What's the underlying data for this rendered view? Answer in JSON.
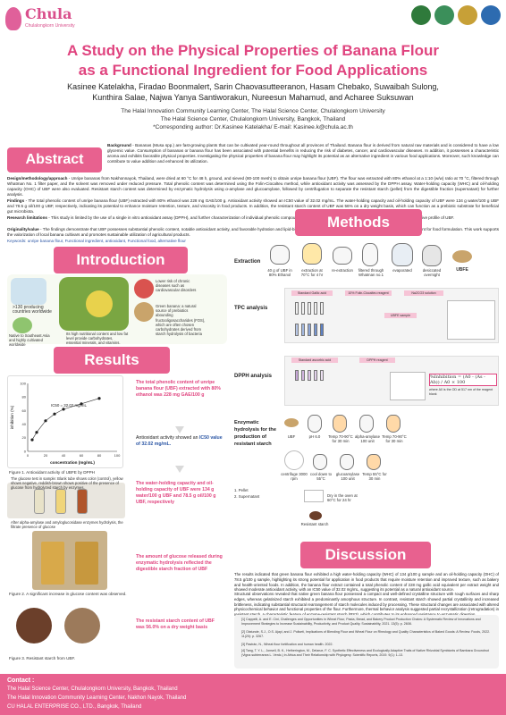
{
  "header": {
    "logo_name": "Chula",
    "logo_sub": "Chulalongkorn University",
    "title_line1": "A Study on the Physical Properties of Banana Flour",
    "title_line2": "as a Functional Ingredient for Food Applications",
    "authors_line1": "Kasinee Katelakha, Firadao Boonmalert, Sarin Chaovasutteeranon, Hasam Chebako, Suwaibah Sulong,",
    "authors_line2": "Kunthira Salae, Najwa Yanya Santiworakun, Nureesun Mahamud, and Acharee Suksuwan",
    "affil_line1": "The Halal Innovation Community Learning Center, The Halal Science Center, Chulalongkorn University",
    "affil_line2": "The Halal Science Center, Chulalongkorn University, Bangkok, Thailand",
    "affil_line3": "*Corresponding author: Dr.Kasinee Katelakha/ E-mail: Kasinee.k@chula.ac.th"
  },
  "abstract": {
    "heading": "Abstract",
    "background_label": "Background",
    "background": " - Bananas (Musa spp.) are fast-growing plants that can be cultivated year-round throughout all provinces of Thailand. Banana flour is derived from natural raw materials and is considered to have a low glycemic value. Consumption of bananas or banana flour has been associated with potential benefits in reducing the risk of diabetes, cancer, and cardiovascular diseases. In addition, it possesses a characteristic aroma and exhibits favorable physical properties. Investigating the physical properties of banana flour may highlight its potential as an alternative ingredient in various food applications. Moreover, such knowledge can contribute to value addition and enhanced its utilization.",
    "design_label": "Design/methodology/approach",
    "design": " - Unripe bananas from Nakhonnayok, Thailand, were dried at 60 °C for 48 h, ground, and sieved (80-100 mesh) to obtain unripe banana flour (UBF). The flour was extracted with 80% ethanol at a 1:10 (w/w) ratio at 70 °C, filtered through Whatman No. 1 filter paper, and the solvent was removed under reduced pressure. Total phenolic content was determined using the Folin-Ciocalteu method, while antioxidant activity was assessed by the DPPH assay. Water-holding capacity (WHC) and oil-holding capacity (OHC) of UBF were also evaluated. Resistant starch content was determined by enzymatic hydrolysis using α-amylase and glucoamylase, followed by centrifugation to separate the resistant starch (pellet) from the digestible fraction (supernatant) for further analysis.",
    "findings_label": "Findings",
    "findings": " - The total phenolic content of unripe banana flour (UBF) extracted with 80% ethanol was 228 mg GAE/100 g. Antioxidant activity showed an IC50 value of 32.02 mg/mL. The water-holding capacity and oil-holding capacity of UBF were 134 g water/100 g UBF and 78.5 g oil/100 g UBF, respectively, indicating its potential to enhance moisture retention, texture, and viscosity in food products. In addition, the resistant starch content of UBF was 56% on a dry weight basis, which can function as a prebiotic substrate for beneficial gut microbiota.",
    "limits_label": "Research limitations",
    "limits": " - This study is limited by the use of a single in vitro antioxidant assay (DPPH), and further characterization of individual phenolic compounds would provide a more comprehensive understanding of the bioactive profile of UBF.",
    "orig_label": "Originality/value",
    "orig": " - The findings demonstrate that UBF possesses substantial phenolic content, notable antioxidant activity, and favorable hydration and lipid-binding properties, highlighting its potential as a multifunctional ingredient for food formulation. This work supports the valorization of local banana cultivars and promotes sustainable utilization of agricultural products.",
    "keywords": "Keywords: unripe banana flour, Functional ingredient, antioxidant, Functional food, alternative flour"
  },
  "introduction": {
    "heading": "Introduction",
    "cap_countries": ">130 producing countries worldwide",
    "cap_native": "Native to Southeast Asia and highly cultivated worldwide",
    "cap_heart": "Lower risk of chronic diseases such as cardiovascular disorders",
    "cap_fiber": "Its high nutritional content and low fat level provide carbohydrates, essential minerals, and vitamins.",
    "cap_ripe": "Green banana: a natural source of prebiotics abounding fructooligosaccharides (FOS), which are often chosen carbohydrates derived from starch hydrolysis of bacteria"
  },
  "results": {
    "heading": "Results",
    "chart_caption": "Figure 1. Antioxidant activity of UBFE by DPPH",
    "chart_annot": "IC50 = 32.02 mg/mL",
    "tpc_pre": "The total phenolic content of unripe banana flour (UBF) extracted with 80% ethanol was 228 mg GAE/100 g",
    "antiox_pre": "Antioxidant activity showed an ",
    "antiox_val": "IC50 value of 32.02 mg/mL.",
    "whc": "The water-holding capacity and oil-holding capacity of UBF were 134 g water/100 g UBF and 78.5 g oil/100 g UBF, respectively",
    "glucose_cap_top": "The glucose test in sample: Blank tube shows color (control), yellow shows negative, reddish-brown shows positive of the presence of glucose from hydrolyzed starch by enzymes.",
    "glucose_cap_bottom": "After alpha-amylase and amyloglucosidase enzymes hydrolysis, the filtrate presence of glucose",
    "fig2_caption": "Figure 2. A significant increase in glucose content was observed.",
    "glucose_text": "The amount of glucose released during enzymatic hydrolysis reflected the digestible starch fraction of UBF",
    "fig3_caption": "Figure 3. Resistant starch from UBF.",
    "rs_text": "The resistant starch content of UBF was 56.0% on a dry weight basis"
  },
  "chart_data": {
    "type": "scatter",
    "title": "",
    "xlabel": "concentration (mg/mL)",
    "ylabel": "inhibition (%)",
    "xlim": [
      0,
      100
    ],
    "ylim": [
      0,
      100
    ],
    "xticks": [
      0,
      20,
      40,
      60,
      80,
      100
    ],
    "yticks": [
      0,
      20,
      40,
      60,
      80,
      100
    ],
    "x": [
      5,
      10,
      20,
      30,
      40,
      60,
      80
    ],
    "y": [
      17,
      28,
      45,
      55,
      62,
      70,
      78
    ]
  },
  "methods": {
    "heading": "Methods",
    "extraction_label": "Extraction",
    "ext_step1": "40 g of UBF in 80% Ethanol",
    "ext_step2": "extraction at 70°C for 4 hr",
    "ext_step3": "re-extraction",
    "ext_step4": "filtered through Whatman no.1",
    "ext_step5": "evaporated",
    "ext_step6": "desiccated overnight",
    "ext_step7": "UBFE",
    "tpc_label": "TPC analysis",
    "tpc_std": "Standard Gallic acid",
    "tpc_folin": "10% Folin-Ciocalteu reagent",
    "tpc_naco": "Na2CO3 solution",
    "tpc_read": "UBFE sample",
    "dpph_label": "DPPH analysis",
    "dpph_std": "Standard ascorbic acid",
    "dpph_reagent": "DPPH reagent",
    "dpph_formula": "%Inhibition = (A0 - (As - Ab)) / A0 × 100",
    "dpph_where": "where A0 is the OD at 517 nm of the reagent blank",
    "enz_label_1": "Enzymatic",
    "enz_label_2": "hydrolysis for the",
    "enz_label_3": "production of",
    "enz_label_4": "resistant starch",
    "enz_s1": "UBF",
    "enz_s2": "pH 6.0",
    "enz_s3": "Temp 70-90°C for 30 min",
    "enz_s4": "alpha-amylase 100 unit",
    "enz_s5": "Temp 70-90°C for 30 min",
    "enz_s6": "cool down to 55°C",
    "enz_s7": "glucoamylase 100 unit",
    "enz_s8": "Temp 55°C for 30 min",
    "enz_s9": "centrifuge 3000 rpm",
    "enz_s10": "1. Pellet",
    "enz_s11": "2. Supernatant",
    "enz_s12": "Dry in the oven at 60°C for 24 hr",
    "enz_s13": "Resistant starch"
  },
  "discussion": {
    "heading": "Discussion",
    "p1": "The results indicated that green banana flour exhibited a high water-holding capacity (WHC) of 134 g/100 g sample and an oil-holding capacity (OHC) of 78.5 g/100 g sample, highlighting its strong potential for application in food products that require moisture retention and improved texture, such as bakery and health-oriented foods. In addition, the banana flour extract contained a total phenolic content of 228 mg gallic acid equivalent per extract weight and showed moderate antioxidant activity, with an IC50 value of 32.02 mg/mL, suggesting its potential as a natural antioxidant source.",
    "p2": "Structural observations revealed that native green banana flour possessed a compact and well-defined crystalline structure with rough surfaces and sharp edges, whereas gelatinized starch exhibited a predominantly amorphous structure. In contrast, resistant starch showed partial crystallinity and increased brittleness, indicating substantial structural rearrangement of starch molecules induced by processing. These structural changes are associated with altered physicochemical behavior and functional properties of the flour. Furthermore, thermal behavior analysis suggested partial recrystallization (retrogradation) in resistant starch, a characteristic feature of enzyme-resistant starch (RS3), which contributes to its enhanced resistance to enzymatic digestion.",
    "refs_heading": "References",
    "ref1": "[1] Cappelli, A. and E. Cini, Challenges and Opportunities in Wheat Flour, Pasta, Bread, and Bakery Product Production Chains: A Systematic Review of Innovations and Improvement Strategies to Increase Sustainability, Productivity, and Product Quality. Sustainability, 2021. 13(5): p. 2608.",
    "ref2": "[2] Olatunde, S.J., O.S. Ajayi, and J. Poliseti, Implications of Blending Flour and Wheat Flour on Rheology and Quality Characteristics of Baked Goods: A Review. Foods, 2022. 11(20): p. 3267.",
    "ref3": "[3] Pastrán, N., Wheat flour fortification and human health. 2022.",
    "ref4": "[4] Tang, T. Y. L., Jonsell, B. K., Hetherington, M., Delarue, F. C. Synthetic Effectiveness and Ecologically Adaptive Traits of Native Rhizobial Symbionts of Bambara Groundnut (Vigna subterranea L. Verdc.) in Africa and Their Relationship with Phylogeny. Scientific Reports, 2019. 9(1): 1-13."
  },
  "footer": {
    "contact_label": "Contact :",
    "line1": "The Halal Science Center, Chulalongkorn University, Bangkok, Thailand",
    "line2": "The Halal Innovation Community Learning Center, Nakhon Nayok, Thailand",
    "line3": "CU HALAL ENTERPRISE CO., LTD., Bangkok, Thailand"
  },
  "colors": {
    "accent": "#e8618f",
    "title": "#e0447f",
    "intro_bg": "#e8f4d8",
    "highlight_blue": "#2a55a4"
  }
}
